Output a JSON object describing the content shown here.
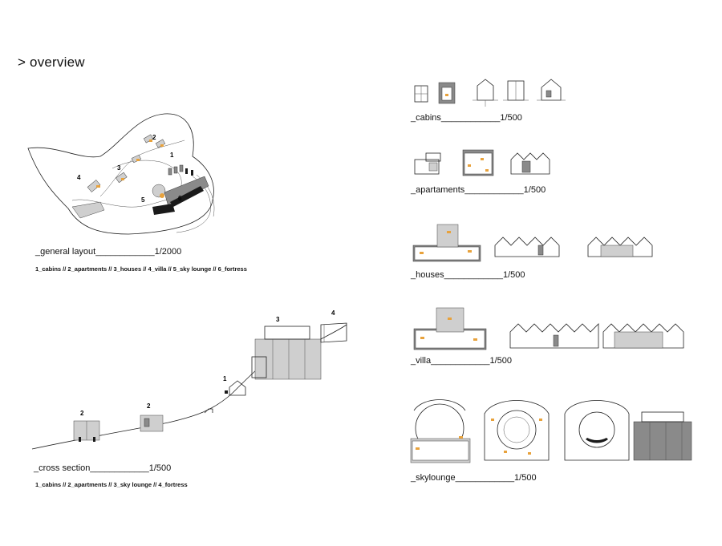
{
  "page": {
    "title": "> overview"
  },
  "general_layout": {
    "caption": "_general layout____________1/2000",
    "legend": "1_cabins // 2_apartments // 3_houses // 4_villa // 5_sky lounge // 6_fortress",
    "markers": [
      "1",
      "2",
      "3",
      "4",
      "5",
      "6"
    ]
  },
  "cross_section": {
    "caption": "_cross section____________1/500",
    "legend": "1_cabins // 2_apartments // 3_sky lounge // 4_fortress",
    "markers": [
      "2",
      "2",
      "1",
      "3",
      "4"
    ]
  },
  "panels": {
    "cabins": {
      "caption": "_cabins____________1/500"
    },
    "apartaments": {
      "caption": "_apartaments____________1/500"
    },
    "houses": {
      "caption": "_houses____________1/500"
    },
    "villa": {
      "caption": "_villa____________1/500"
    },
    "skylounge": {
      "caption": "_skylounge____________1/500"
    }
  },
  "colors": {
    "accent": "#e8a23c",
    "ink": "#222222",
    "fill_grey": "#cfcfcf"
  }
}
